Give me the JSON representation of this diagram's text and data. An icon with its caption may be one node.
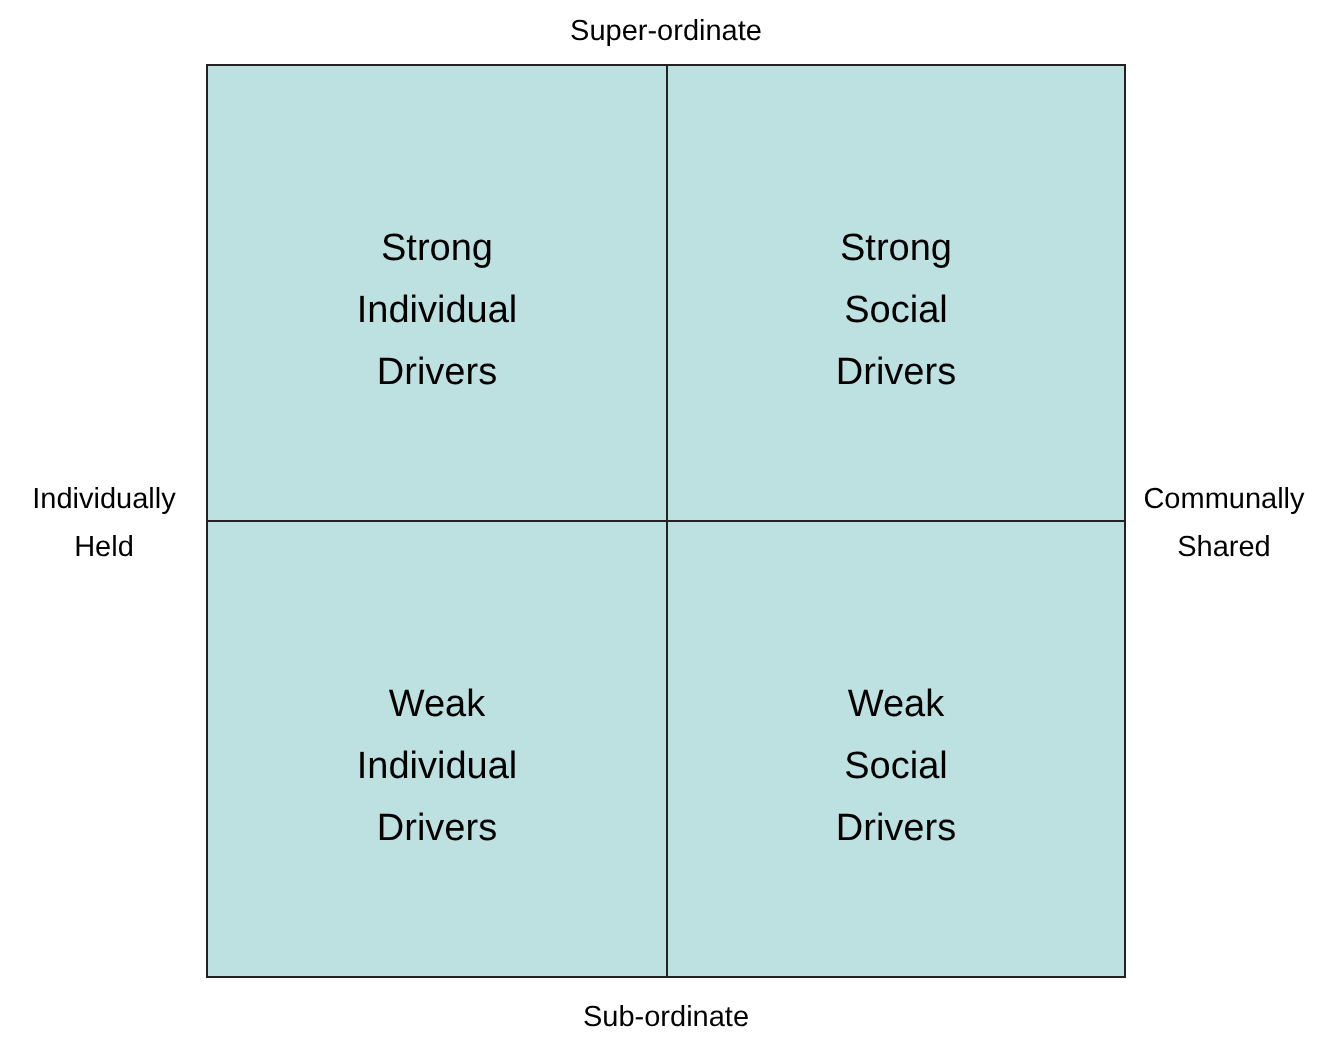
{
  "diagram": {
    "nodes": [
      {
        "text": [
          "Strong Individual Drivers"
        ]
      },
      {
        "text": [
          "Strong Social Drivers"
        ]
      },
      {
        "text": [
          "Weak Individual Drivers"
        ]
      },
      {
        "text": [
          "Weak Social Drivers"
        ]
      }
    ],
    "labels": [
      "Super-ordinate",
      "Individually Held",
      "Communally Shared",
      "Sub-ordinate"
    ]
  }
}
